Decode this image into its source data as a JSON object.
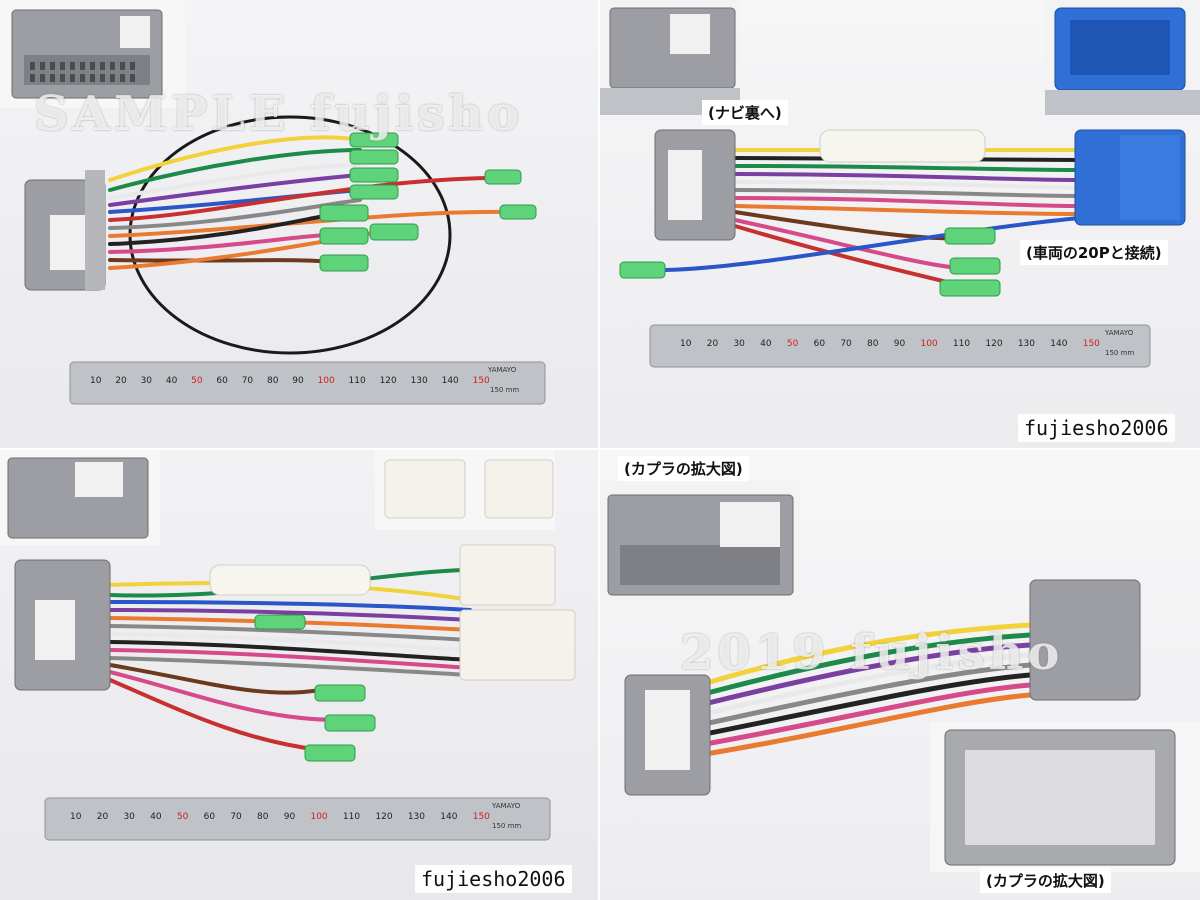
{
  "panels": {
    "top_left": {
      "watermark": "SAMPLE  fujisho"
    },
    "top_right": {
      "label_navi": "(ナビ裏へ)",
      "label_vehicle": "(車両の20Pと接続)",
      "credit": "fujiesho2006"
    },
    "bottom_left": {
      "credit": "fujiesho2006"
    },
    "bottom_right": {
      "label_top": "(カプラの拡大図)",
      "label_bottom": "(カプラの拡大図)",
      "watermark": "2019  fujisho"
    }
  },
  "ruler": {
    "ticks": [
      "10",
      "20",
      "30",
      "40",
      "50",
      "60",
      "70",
      "80",
      "90",
      "100",
      "110",
      "120",
      "130",
      "140",
      "150"
    ],
    "brand": "YAMAYO",
    "unit": "150 mm"
  },
  "colors": {
    "connector_gray": "#9c9ea3",
    "connector_blue": "#2f6fd6",
    "terminal_green": "#5fd37a",
    "ruler_steel": "#bfc3c8",
    "ruler_red": "#d02020"
  },
  "wire_colors": [
    "#f2d23a",
    "#1d8a4a",
    "#7a3fa0",
    "#e9e9e9",
    "#222222",
    "#d64a8a",
    "#e97a30",
    "#888888",
    "#2a56c8",
    "#c83030",
    "#6b3a1e"
  ]
}
